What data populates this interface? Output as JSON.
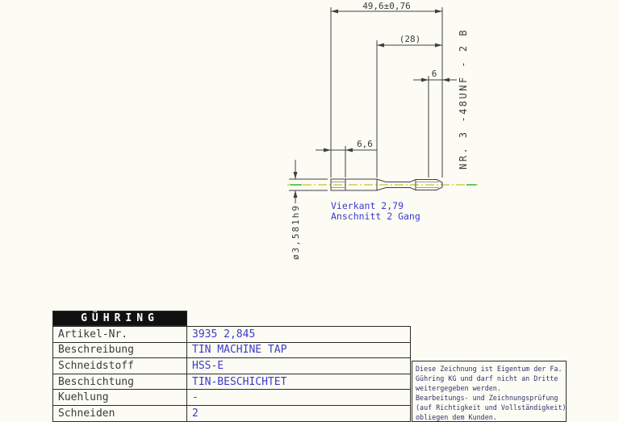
{
  "colors": {
    "accent_blue": "#3a3ace",
    "drawing_line": "#3f3f3f",
    "centerline_yellow": "#b9b400",
    "center_mark_green": "#00a300",
    "sheet_background": "#fcfcf4"
  },
  "drawing": {
    "dim_overall": "49,6±0,76",
    "dim_thread_len": "(28)",
    "dim_six": "6",
    "dim_six_six": "6,6",
    "thread_designation": "NR. 3  -48UNF - 2 B",
    "shank_diameter": "ø3,581h9",
    "square_note": "Vierkant 2,79",
    "chamfer_note": "Anschnitt 2 Gang"
  },
  "title_block": {
    "logo": "GÜHRING",
    "rows": [
      {
        "label": "Artikel-Nr.",
        "value": "3935 2,845"
      },
      {
        "label": "Beschreibung",
        "value": "TIN MACHINE TAP"
      },
      {
        "label": "Schneidstoff",
        "value": "HSS-E"
      },
      {
        "label": "Beschichtung",
        "value": "TIN-BESCHICHTET"
      },
      {
        "label": "Kuehlung",
        "value": "-"
      },
      {
        "label": "Schneiden",
        "value": "2"
      }
    ]
  },
  "disclaimer": {
    "lines": [
      "Diese Zeichnung ist Eigentum der Fa.",
      "Gühring KG und darf nicht an Dritte",
      "weitergegeben werden.",
      "Bearbeitungs- und Zeichnungsprüfung",
      "(auf Richtigkeit und Vollständigkeit)",
      "obliegen dem Kunden."
    ]
  }
}
